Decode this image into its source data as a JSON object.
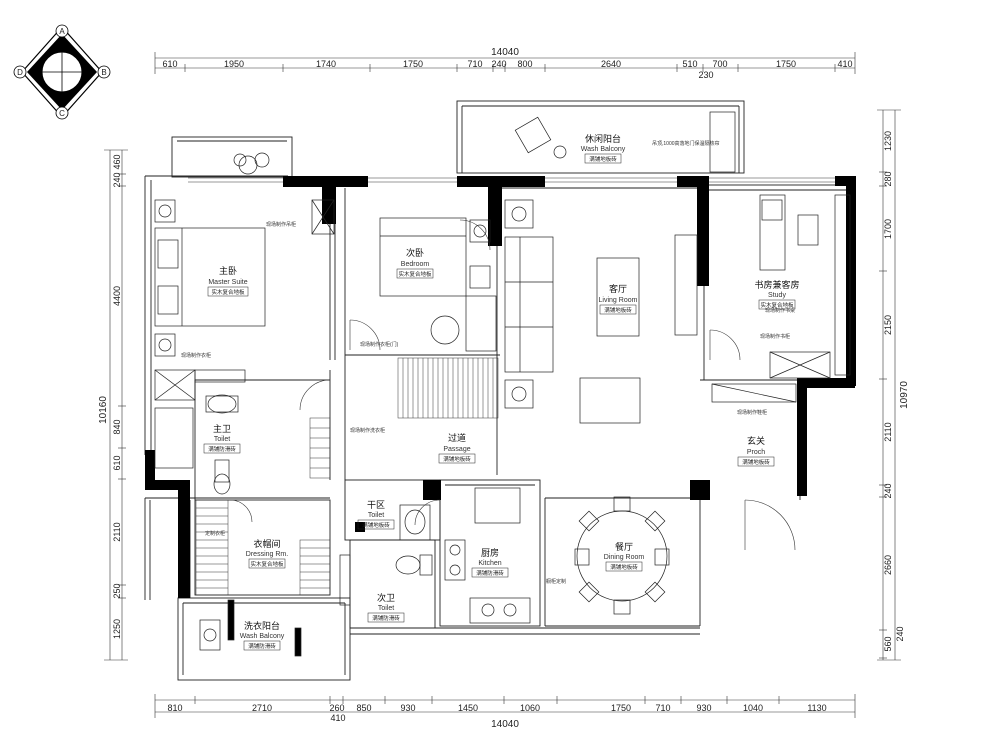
{
  "compass": {
    "north": "A",
    "south": "C",
    "west": "D",
    "east": "B"
  },
  "dims": {
    "top_total": "14040",
    "top": [
      "610",
      "1950",
      "1740",
      "1750",
      "710",
      "240",
      "800",
      "2640",
      "510",
      "700",
      "1750",
      "410"
    ],
    "top_extra": "230",
    "bottom_total": "14040",
    "bottom": [
      "810",
      "2710",
      "260",
      "850",
      "930",
      "1450",
      "1060",
      "1750",
      "710",
      "930",
      "1040",
      "1130"
    ],
    "bottom_extra": "410",
    "left_total": "10160",
    "left": [
      "460",
      "240",
      "4400",
      "840",
      "610",
      "2110",
      "250",
      "1250"
    ],
    "right_total": "10970",
    "right": [
      "1230",
      "280",
      "1700",
      "2150",
      "2110",
      "240",
      "2660",
      "560",
      "240"
    ]
  },
  "rooms": {
    "wash_balcony_top": {
      "cn": "休闲阳台",
      "en": "Wash Balcony",
      "tag": "满铺地板砖"
    },
    "master": {
      "cn": "主卧",
      "en": "Master Suite",
      "tag": "实木复合地板"
    },
    "bedroom": {
      "cn": "次卧",
      "en": "Bedroom",
      "tag": "实木复合地板"
    },
    "living": {
      "cn": "客厅",
      "en": "Living Room",
      "tag": "满铺地板砖"
    },
    "study": {
      "cn": "书房兼客房",
      "en": "Study",
      "tag": "实木复合地板"
    },
    "toilet_master": {
      "cn": "主卫",
      "en": "Toilet",
      "tag": "满铺防滑砖"
    },
    "passage": {
      "cn": "过道",
      "en": "Passage",
      "tag": "满铺地板砖"
    },
    "porch": {
      "cn": "玄关",
      "en": "Proch",
      "tag": "满铺地板砖"
    },
    "dry_area": {
      "cn": "干区",
      "en": "Toilet",
      "tag": "满铺地板砖"
    },
    "dressing": {
      "cn": "衣帽间",
      "en": "Dressing Rm.",
      "tag": "实木复合地板"
    },
    "kitchen": {
      "cn": "厨房",
      "en": "Kitchen",
      "tag": "满铺防滑砖"
    },
    "dining": {
      "cn": "餐厅",
      "en": "Dining Room",
      "tag": "满铺地板砖"
    },
    "toilet_second": {
      "cn": "次卫",
      "en": "Toilet",
      "tag": "满铺防滑砖"
    },
    "wash_balcony_bottom": {
      "cn": "洗衣阳台",
      "en": "Wash Balcony",
      "tag": "满铺防滑砖"
    }
  },
  "notes": {
    "n1": "现场制作吊柜",
    "n2": "吊顶,1000高落地门保温隔热帘",
    "n3": "现场制作衣柜",
    "n4": "现场制作书柜",
    "n5": "现场制作鞋柜",
    "n6": "橱柜定制",
    "n7": "现场制作衣柜(门)",
    "n8": "现场制作书桌",
    "n9": "定制衣柜",
    "n10": "现场制作洗衣柜"
  },
  "colors": {
    "wall": "#000000",
    "line": "#333333",
    "background": "#ffffff"
  }
}
